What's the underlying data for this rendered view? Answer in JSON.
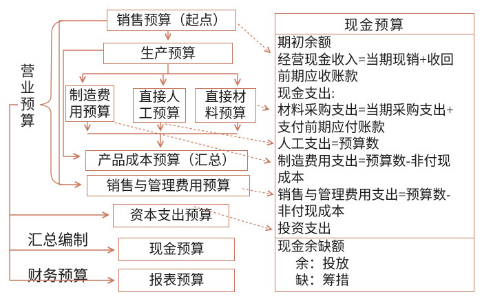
{
  "diagram": {
    "side_labels": {
      "operating": "营业预算",
      "summary": "汇总编制",
      "financial": "财务预算"
    },
    "boxes": {
      "sales": "销售预算（起点）",
      "production": "生产预算",
      "overhead": "制造费用预算",
      "labor": "直接人工预算",
      "materials": "直接材料预算",
      "product_cost": "产品成本预算（汇总）",
      "selling_admin": "销售与管理费用预算",
      "capital": "资本支出预算",
      "cash": "现金预算",
      "statements": "报表预算"
    },
    "panel": {
      "title": "现金预算",
      "body_lines": [
        "期初余额",
        "经营现金收入=当期现销+收回",
        "前期应收账款",
        "现金支出:",
        "材料采购支出=当期采购支出+",
        "支付前期应付账款",
        "人工支出=预算数",
        "制造费用支出=预算数-非付现",
        "成本",
        "销售与管理费用支出=预算数-",
        "非付现成本",
        "投资支出"
      ],
      "footer_lines": [
        "现金余缺额",
        "余：投放",
        "缺：筹措"
      ]
    },
    "colors": {
      "line": "#c9775c",
      "text": "#1a1a1a"
    }
  }
}
